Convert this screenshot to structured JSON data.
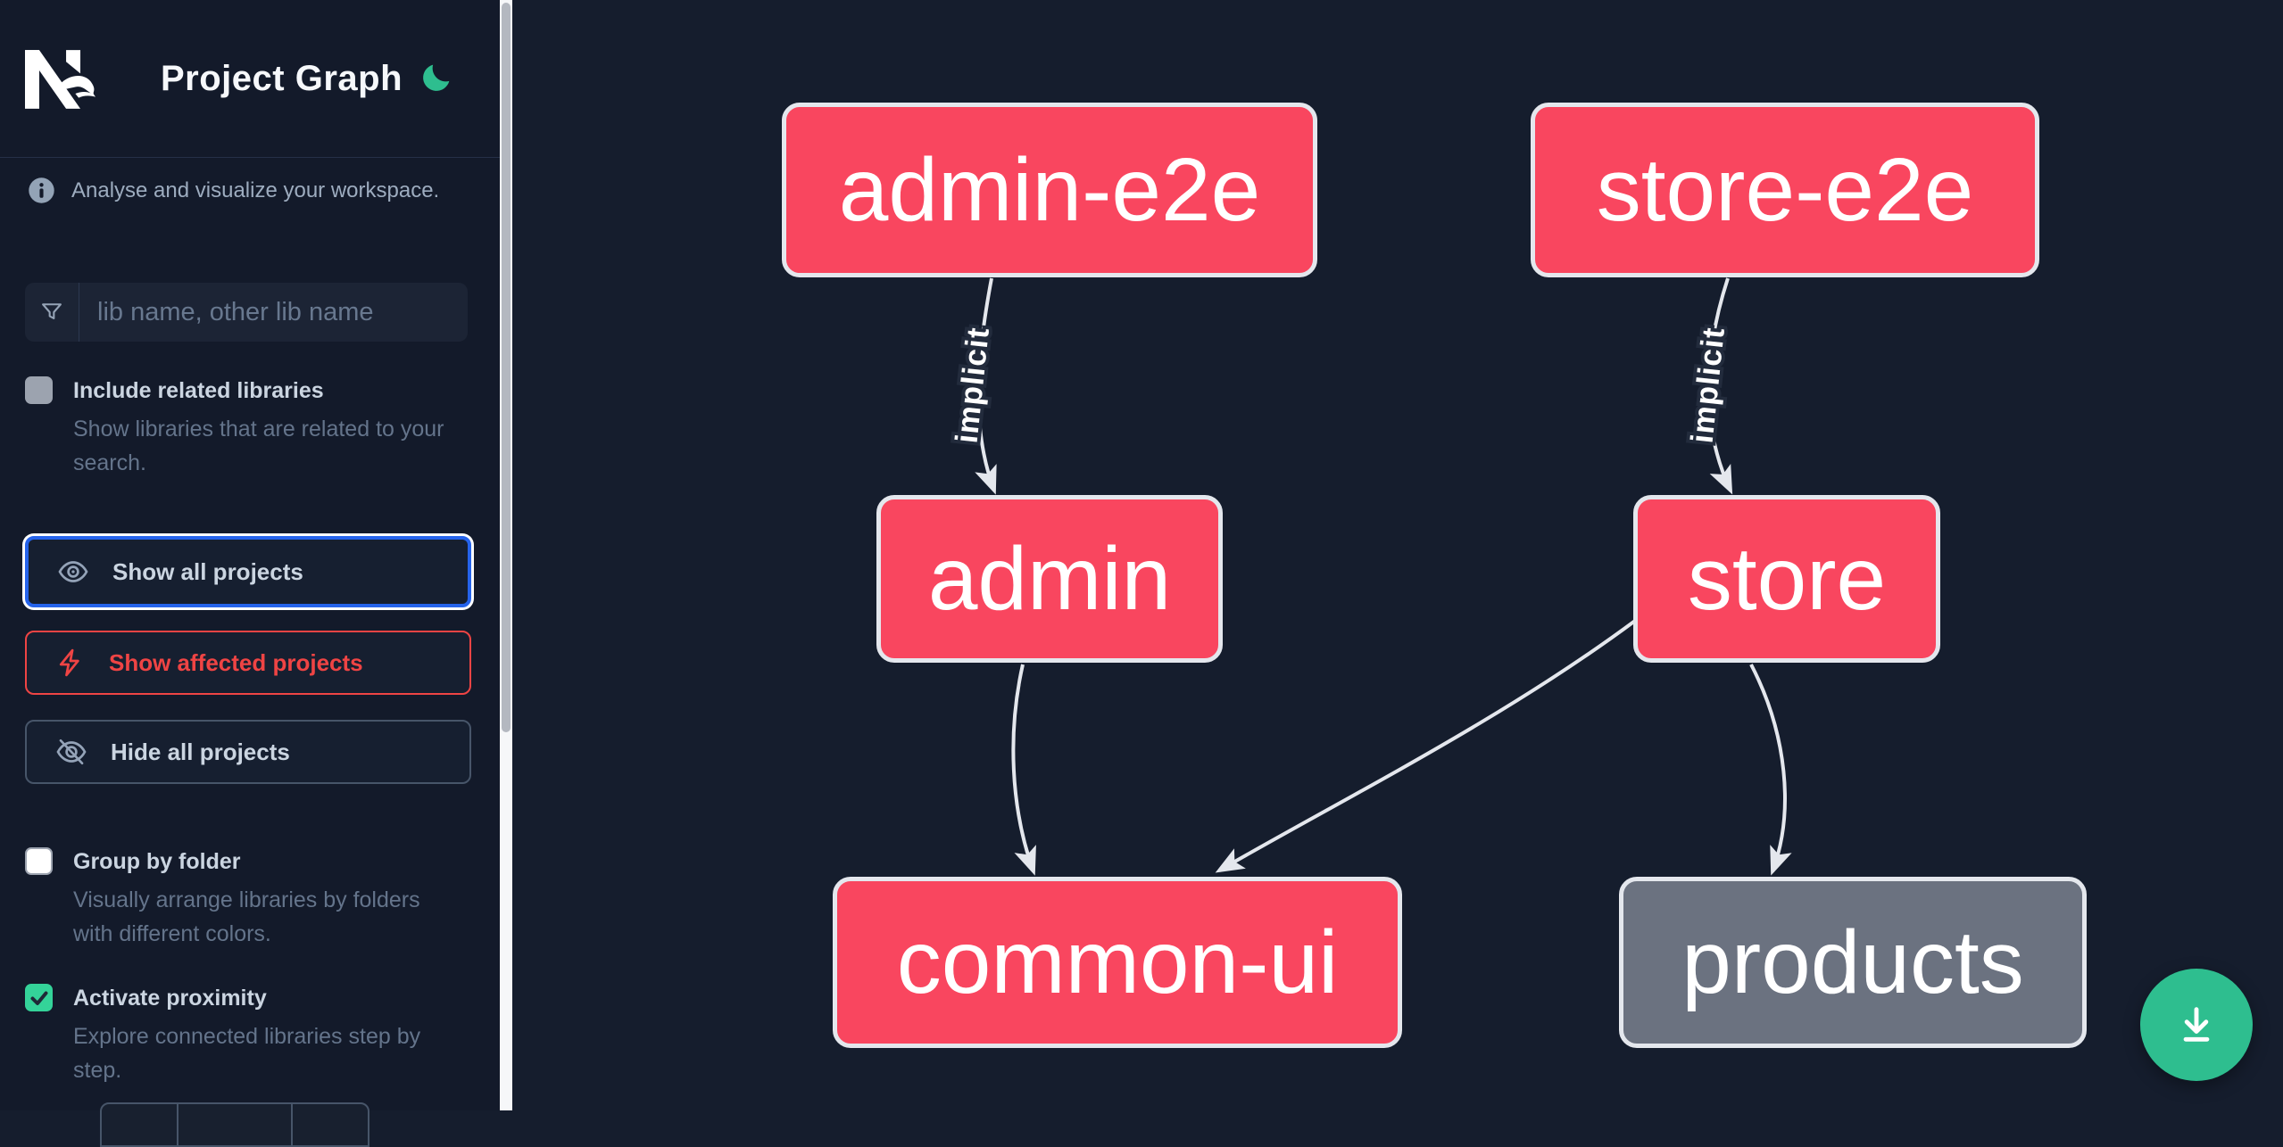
{
  "app": {
    "title": "Project Graph"
  },
  "sidebar": {
    "tagline": "Analyse and visualize your workspace.",
    "search": {
      "placeholder": "lib name, other lib name",
      "value": ""
    },
    "toggles": [
      {
        "label": "Include related libraries",
        "description": "Show libraries that are related to your search.",
        "checked": false,
        "disabled": true
      },
      {
        "label": "Group by folder",
        "description": "Visually arrange libraries by folders with different colors.",
        "checked": false
      },
      {
        "label": "Activate proximity",
        "description": "Explore connected libraries step by step.",
        "checked": true
      }
    ],
    "actions": [
      {
        "label": "Show all projects",
        "state": "focused"
      },
      {
        "label": "Show affected projects",
        "state": "affected"
      },
      {
        "label": "Hide all projects",
        "state": "default"
      }
    ]
  },
  "graph": {
    "nodes": [
      {
        "label": "admin-e2e",
        "status": "affected"
      },
      {
        "label": "store-e2e",
        "status": "affected"
      },
      {
        "label": "admin",
        "status": "affected"
      },
      {
        "label": "store",
        "status": "affected"
      },
      {
        "label": "common-ui",
        "status": "affected"
      },
      {
        "label": "products",
        "status": "unaffected"
      }
    ],
    "edges": [
      {
        "from": "admin-e2e",
        "to": "admin",
        "label": "implicit"
      },
      {
        "from": "store-e2e",
        "to": "store",
        "label": "implicit"
      },
      {
        "from": "admin",
        "to": "common-ui",
        "label": ""
      },
      {
        "from": "store",
        "to": "common-ui",
        "label": ""
      },
      {
        "from": "store",
        "to": "products",
        "label": ""
      }
    ]
  },
  "colors": {
    "affected_node": "#f9465f",
    "unaffected_node": "#6b7280",
    "node_border": "#e4e7ed",
    "edge": "#e4e7ed",
    "focus_ring_blue": "#2563eb",
    "affected_red": "#ef4444",
    "accent_green": "#2ebe8f",
    "checkbox_green": "#34d399",
    "background": "#151d2d"
  }
}
